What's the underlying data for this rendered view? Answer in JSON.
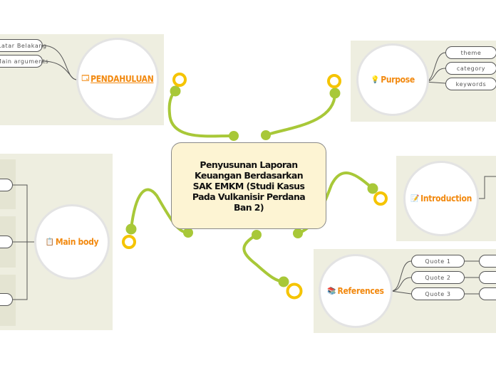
{
  "central_topic": "Penyusunan Laporan Keuangan Berdasarkan SAK EMKM (Studi Kasus Pada Vulkanisir Perdana Ban 2)",
  "colors": {
    "accent": "#f2890f",
    "connector": "#a8c838",
    "ring": "#f5c400",
    "panel": "#eeeee0"
  },
  "branches": {
    "pendahuluan": {
      "label": "PENDAHULUAN",
      "icon": "window-icon",
      "glyph": "🗔",
      "children": [
        "Latar Belakang",
        "Main arguments"
      ]
    },
    "purpose": {
      "label": "Purpose",
      "icon": "lightbulb-icon",
      "glyph": "💡",
      "children": [
        "theme",
        "category",
        "keywords"
      ]
    },
    "main_body": {
      "label": "Main body",
      "icon": "clipboard-icon",
      "glyph": "📋",
      "children": [
        "",
        "",
        ""
      ]
    },
    "introduction": {
      "label": "Introduction",
      "icon": "memo-icon",
      "glyph": "📝",
      "children": [
        ""
      ]
    },
    "references": {
      "label": "References",
      "icon": "books-icon",
      "glyph": "📚",
      "children": [
        "Quote 1",
        "Quote 2",
        "Quote 3"
      ],
      "subchildren": [
        "",
        "",
        ""
      ]
    }
  }
}
